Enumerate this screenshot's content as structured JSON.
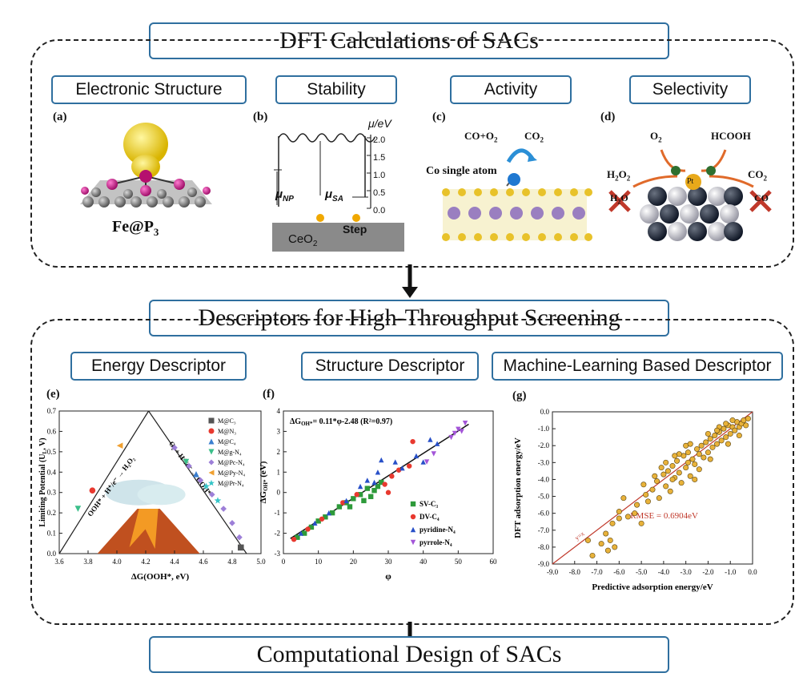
{
  "titles": {
    "top": "DFT Calculations of SACs",
    "middle": "Descriptors for High-Throughput Screening",
    "bottom": "Computational Design of SACs"
  },
  "section1": {
    "boxes": [
      "Electronic Structure",
      "Stability",
      "Activity",
      "Selectivity"
    ],
    "panel_a": {
      "label": "(a)",
      "caption": "Fe@P",
      "caption_sub": "3"
    },
    "panel_b": {
      "label": "(b)",
      "axis": "μ/eV",
      "ticks": [
        "2.0",
        "1.5",
        "1.0",
        "0.5",
        "0.0"
      ],
      "mu_np": "μ",
      "mu_np_sub": "NP",
      "mu_sa": "μ",
      "mu_sa_sub": "SA",
      "ceo2": "CeO",
      "ceo2_sub": "2",
      "step": "Step"
    },
    "panel_c": {
      "label": "(c)",
      "reactant": "CO+O",
      "reactant_sub": "2",
      "product": "CO",
      "product_sub": "2",
      "atom": "Co single atom"
    },
    "panel_d": {
      "label": "(d)",
      "o2": "O",
      "o2_sub": "2",
      "hcooh": "HCOOH",
      "h2o2": "H",
      "h2o2_mid": "2",
      "h2o2_end": "O",
      "h2o2_sub2": "2",
      "co2": "CO",
      "co2_sub": "2",
      "h2o": "H",
      "h2o_sub": "2",
      "h2o_end": "O",
      "co": "CO",
      "pt": "Pt"
    }
  },
  "section2": {
    "boxes": [
      "Energy Descriptor",
      "Structure Descriptor",
      "Machine-Learning Based Descriptor"
    ],
    "panel_e": {
      "label": "(e)"
    },
    "panel_f": {
      "label": "(f)"
    },
    "panel_g": {
      "label": "(g)"
    }
  },
  "chart_data": [
    {
      "type": "scatter",
      "panel": "(e)",
      "xlabel": "ΔG(OOH*, eV)",
      "ylabel": "Limiting Potential (U",
      "ylabel_sub": "L",
      "ylabel_end": ", V)",
      "xlim": [
        3.6,
        5.0
      ],
      "ylim": [
        0.0,
        0.7
      ],
      "xticks": [
        "3.6",
        "3.8",
        "4.0",
        "4.2",
        "4.4",
        "4.6",
        "4.8",
        "5.0"
      ],
      "yticks": [
        "0.0",
        "0.1",
        "0.2",
        "0.3",
        "0.4",
        "0.5",
        "0.6",
        "0.7"
      ],
      "annotations": [
        "OOH* + H⁺/e⁻ → H₂O₂",
        "O₂ + H⁺/e⁻ → OOH*"
      ],
      "volcano_peak": [
        4.22,
        0.7
      ],
      "series": [
        {
          "name": "M@C₃",
          "color": "#555555",
          "marker": "square",
          "points": [
            [
              4.86,
              0.03
            ]
          ]
        },
        {
          "name": "M@N₃",
          "color": "#e8392f",
          "marker": "circle",
          "points": [
            [
              3.83,
              0.31
            ]
          ]
        },
        {
          "name": "M@C₄",
          "color": "#3a7fd0",
          "marker": "triangle",
          "points": [
            [
              4.55,
              0.39
            ]
          ]
        },
        {
          "name": "M@g-N₄",
          "color": "#3bbf8a",
          "marker": "tri-down",
          "points": [
            [
              3.73,
              0.22
            ],
            [
              4.48,
              0.45
            ]
          ]
        },
        {
          "name": "M@Pc-N₄",
          "color": "#9d7fd8",
          "marker": "diamond",
          "points": [
            [
              4.4,
              0.52
            ],
            [
              4.5,
              0.43
            ],
            [
              4.58,
              0.36
            ],
            [
              4.66,
              0.29
            ],
            [
              4.74,
              0.22
            ],
            [
              4.8,
              0.15
            ],
            [
              4.85,
              0.08
            ]
          ]
        },
        {
          "name": "M@Py-N₄",
          "color": "#f0a030",
          "marker": "tri-left",
          "points": [
            [
              4.02,
              0.53
            ]
          ]
        },
        {
          "name": "M@Pr-N₄",
          "color": "#35c5c8",
          "marker": "star",
          "points": [
            [
              4.62,
              0.33
            ],
            [
              4.7,
              0.26
            ]
          ]
        }
      ]
    },
    {
      "type": "scatter",
      "panel": "(f)",
      "title": "ΔG",
      "title_sub": "OH*",
      "title_end": "= 0.11*φ-2.48 (R²=0.97)",
      "xlabel": "φ",
      "ylabel": "ΔG",
      "ylabel_sub": "OH*",
      "ylabel_end": " (eV)",
      "xlim": [
        0,
        60
      ],
      "ylim": [
        -3,
        4
      ],
      "xticks": [
        "0",
        "10",
        "20",
        "30",
        "40",
        "50",
        "60"
      ],
      "yticks": [
        "-3",
        "-2",
        "-1",
        "0",
        "1",
        "2",
        "3",
        "4"
      ],
      "fit": {
        "slope": 0.11,
        "intercept": -2.48,
        "x_range": [
          2,
          53
        ]
      },
      "series": [
        {
          "name": "SV-C₃",
          "color": "#2e9a3a",
          "marker": "square",
          "points": [
            [
              4,
              -2.2
            ],
            [
              6,
              -2.0
            ],
            [
              8,
              -1.7
            ],
            [
              10,
              -1.4
            ],
            [
              12,
              -1.2
            ],
            [
              14,
              -1.0
            ],
            [
              16,
              -0.7
            ],
            [
              18,
              -0.5
            ],
            [
              20,
              -0.3
            ],
            [
              22,
              -0.1
            ],
            [
              24,
              0.2
            ],
            [
              25,
              -0.2
            ],
            [
              26,
              0.1
            ],
            [
              27,
              0.3
            ],
            [
              28,
              0.5
            ],
            [
              23,
              -0.4
            ],
            [
              19,
              -0.7
            ]
          ]
        },
        {
          "name": "DV-C₄",
          "color": "#e8392f",
          "marker": "circle",
          "points": [
            [
              3,
              -2.3
            ],
            [
              7,
              -1.8
            ],
            [
              11,
              -1.3
            ],
            [
              17,
              -0.5
            ],
            [
              21,
              -0.1
            ],
            [
              29,
              0.4
            ],
            [
              31,
              0.8
            ],
            [
              33,
              1.1
            ],
            [
              36,
              1.3
            ],
            [
              37,
              2.5
            ],
            [
              30,
              0.0
            ]
          ]
        },
        {
          "name": "pyridine-N₄",
          "color": "#2850c8",
          "marker": "triangle",
          "points": [
            [
              5,
              -2.0
            ],
            [
              9,
              -1.5
            ],
            [
              13,
              -1.0
            ],
            [
              18,
              -0.4
            ],
            [
              22,
              0.3
            ],
            [
              24,
              0.6
            ],
            [
              27,
              1.0
            ],
            [
              28,
              1.6
            ],
            [
              32,
              1.5
            ],
            [
              34,
              1.2
            ],
            [
              38,
              1.8
            ],
            [
              40,
              1.5
            ],
            [
              42,
              2.6
            ],
            [
              44,
              2.4
            ],
            [
              26,
              0.5
            ]
          ]
        },
        {
          "name": "pyrrole-N₄",
          "color": "#a355d8",
          "marker": "tri-down",
          "points": [
            [
              41,
              1.5
            ],
            [
              43,
              1.9
            ],
            [
              48,
              2.7
            ],
            [
              50,
              3.1
            ],
            [
              51,
              3.0
            ],
            [
              52,
              3.4
            ],
            [
              49,
              2.9
            ]
          ]
        }
      ]
    },
    {
      "type": "scatter",
      "panel": "(g)",
      "xlabel": "Predictive adsorption energy/eV",
      "ylabel": "DFT adsorption energy/eV",
      "xlim": [
        -9.0,
        0.0
      ],
      "ylim": [
        -9.0,
        0.0
      ],
      "xticks": [
        "-9.0",
        "-8.0",
        "-7.0",
        "-6.0",
        "-5.0",
        "-4.0",
        "-3.0",
        "-2.0",
        "-1.0",
        "0.0"
      ],
      "yticks": [
        "0.0",
        "-1.0",
        "-2.0",
        "-3.0",
        "-4.0",
        "-5.0",
        "-6.0",
        "-7.0",
        "-8.0",
        "-9.0"
      ],
      "annotation": "RMSE = 0.6904eV",
      "line_label": "y=x",
      "series": [
        {
          "name": "data",
          "color": "#e8b23a",
          "points": [
            [
              -7.4,
              -7.6
            ],
            [
              -7.2,
              -8.5
            ],
            [
              -6.8,
              -7.8
            ],
            [
              -6.6,
              -7.2
            ],
            [
              -6.5,
              -8.2
            ],
            [
              -6.4,
              -7.6
            ],
            [
              -6.3,
              -6.6
            ],
            [
              -6.2,
              -8.0
            ],
            [
              -6.0,
              -5.9
            ],
            [
              -5.6,
              -6.2
            ],
            [
              -5.2,
              -5.5
            ],
            [
              -5.0,
              -6.6
            ],
            [
              -4.8,
              -4.9
            ],
            [
              -4.7,
              -5.3
            ],
            [
              -4.5,
              -4.6
            ],
            [
              -4.3,
              -4.1
            ],
            [
              -4.2,
              -5.1
            ],
            [
              -4.0,
              -3.7
            ],
            [
              -3.9,
              -4.4
            ],
            [
              -3.8,
              -3.5
            ],
            [
              -3.7,
              -4.7
            ],
            [
              -3.6,
              -3.2
            ],
            [
              -3.5,
              -3.9
            ],
            [
              -3.4,
              -2.9
            ],
            [
              -3.3,
              -3.6
            ],
            [
              -3.2,
              -4.2
            ],
            [
              -3.1,
              -2.6
            ],
            [
              -3.0,
              -3.3
            ],
            [
              -2.9,
              -2.4
            ],
            [
              -2.8,
              -3.8
            ],
            [
              -2.7,
              -2.8
            ],
            [
              -2.6,
              -3.1
            ],
            [
              -2.5,
              -2.2
            ],
            [
              -2.4,
              -3.4
            ],
            [
              -2.3,
              -2.0
            ],
            [
              -2.2,
              -2.7
            ],
            [
              -2.1,
              -1.8
            ],
            [
              -2.0,
              -2.4
            ],
            [
              -1.9,
              -1.6
            ],
            [
              -1.8,
              -2.1
            ],
            [
              -1.7,
              -1.4
            ],
            [
              -1.6,
              -1.9
            ],
            [
              -1.5,
              -1.2
            ],
            [
              -1.4,
              -1.7
            ],
            [
              -1.3,
              -1.0
            ],
            [
              -1.2,
              -1.5
            ],
            [
              -1.1,
              -0.8
            ],
            [
              -1.0,
              -1.3
            ],
            [
              -0.9,
              -0.9
            ],
            [
              -0.8,
              -1.1
            ],
            [
              -0.7,
              -0.6
            ],
            [
              -0.6,
              -0.9
            ],
            [
              -0.5,
              -0.7
            ],
            [
              -0.4,
              -0.5
            ],
            [
              -0.3,
              -0.8
            ],
            [
              -0.2,
              -0.4
            ],
            [
              -3.0,
              -2.0
            ],
            [
              -2.6,
              -4.0
            ],
            [
              -3.3,
              -2.5
            ],
            [
              -2.8,
              -1.9
            ],
            [
              -1.9,
              -2.8
            ],
            [
              -1.5,
              -0.9
            ],
            [
              -1.1,
              -1.9
            ],
            [
              -0.9,
              -0.5
            ],
            [
              -4.1,
              -3.3
            ],
            [
              -3.6,
              -4.0
            ],
            [
              -2.9,
              -3.0
            ],
            [
              -2.4,
              -2.5
            ],
            [
              -3.9,
              -3.0
            ],
            [
              -3.5,
              -2.6
            ],
            [
              -4.4,
              -3.8
            ],
            [
              -2.0,
              -1.3
            ],
            [
              -1.6,
              -1.1
            ],
            [
              -1.2,
              -0.7
            ],
            [
              -0.6,
              -1.4
            ],
            [
              -5.3,
              -6.0
            ],
            [
              -4.9,
              -4.3
            ],
            [
              -6.0,
              -6.3
            ],
            [
              -5.8,
              -5.1
            ]
          ]
        }
      ]
    }
  ]
}
